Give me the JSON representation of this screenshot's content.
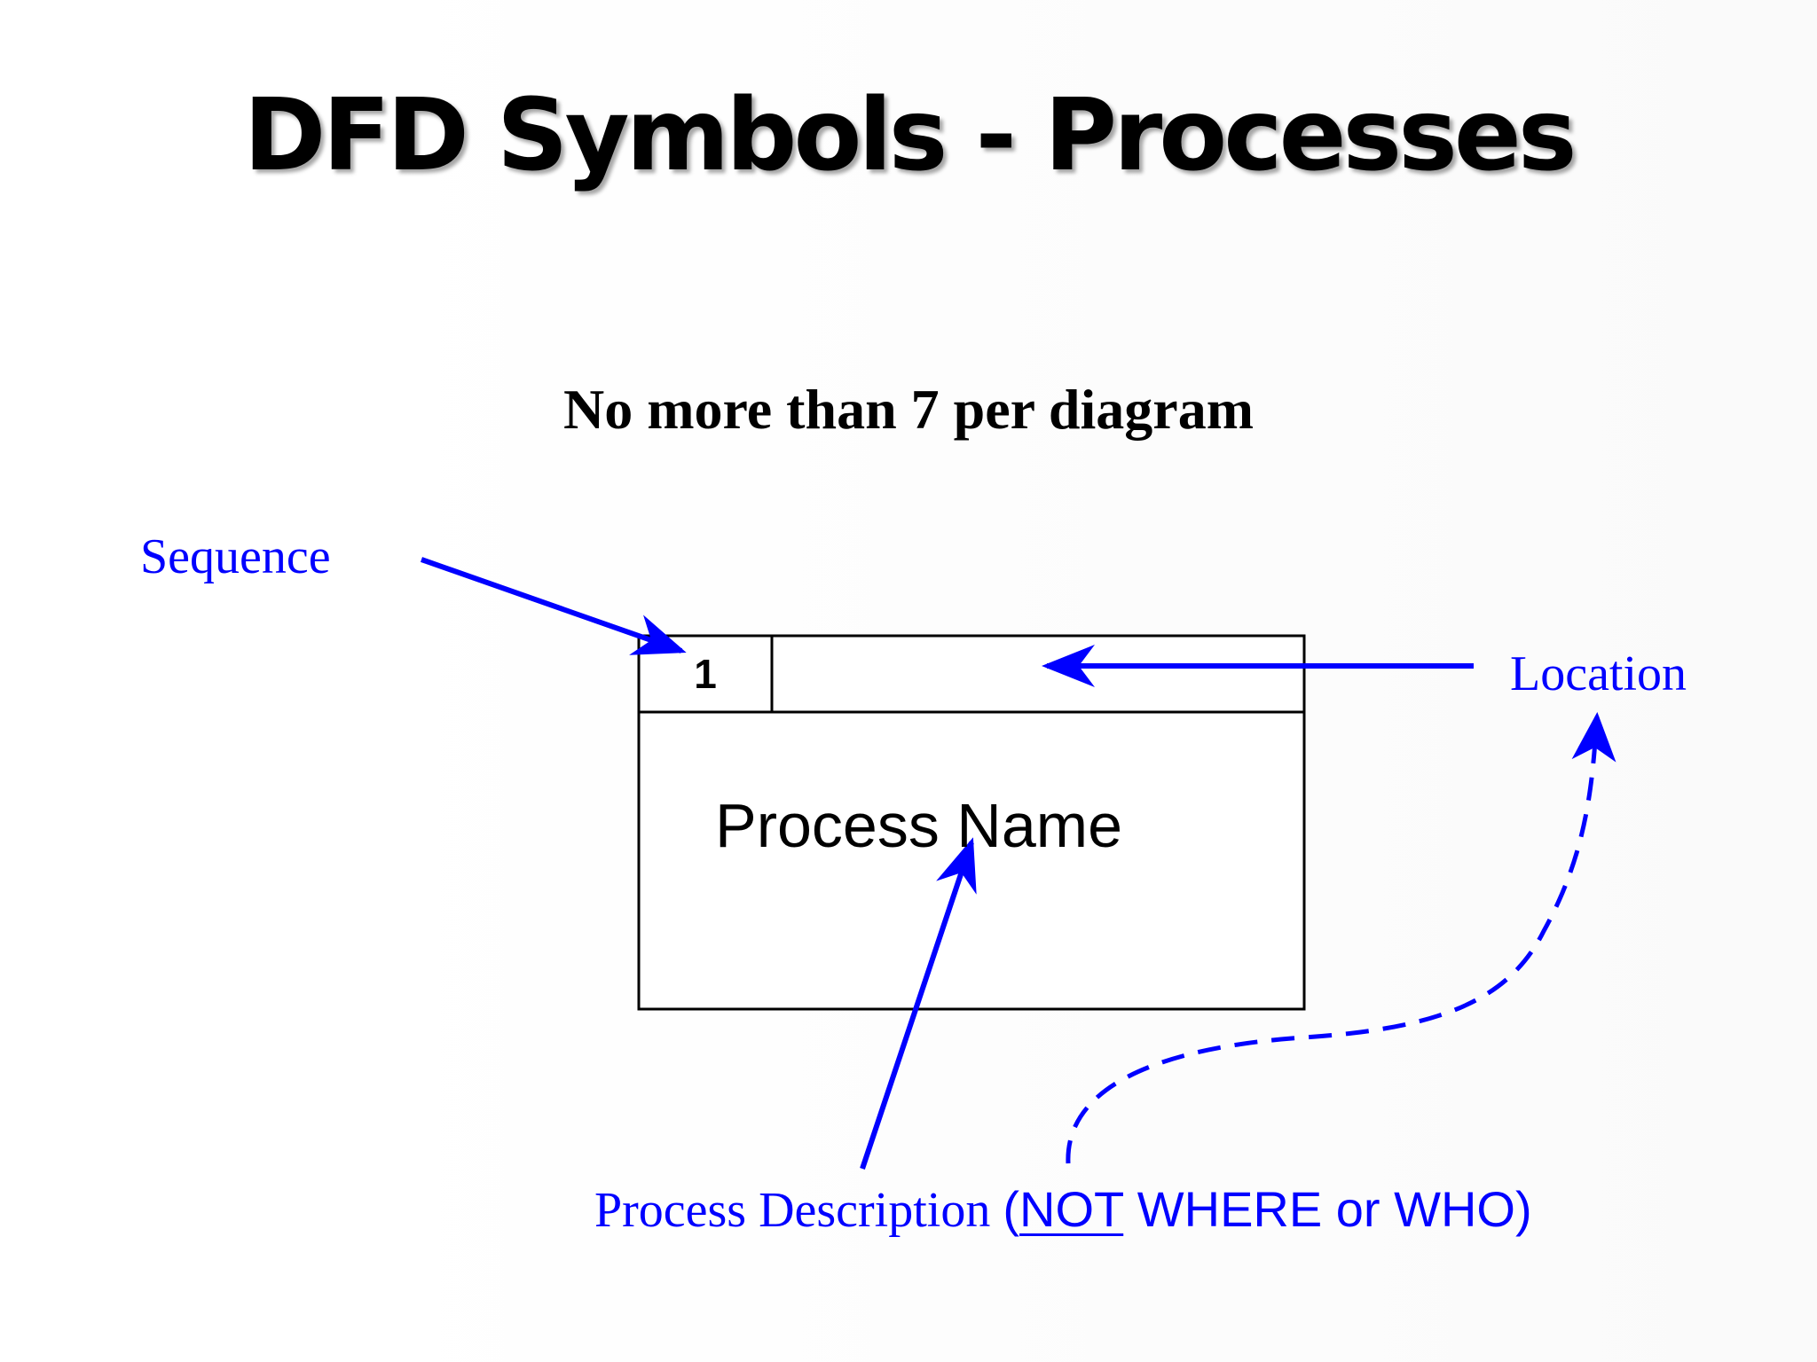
{
  "slide": {
    "title": "DFD Symbols - Processes",
    "subtitle": "No more than 7 per diagram"
  },
  "process_symbol": {
    "sequence_number": "1",
    "name": "Process Name"
  },
  "annotations": {
    "sequence": "Sequence",
    "location": "Location",
    "description_prefix": "Process Description",
    "description_paren_open": "(",
    "description_not": "NOT",
    "description_rest": " WHERE or WHO)"
  },
  "colors": {
    "annotation": "#0000ff",
    "text": "#000000",
    "background": "#ffffff"
  }
}
